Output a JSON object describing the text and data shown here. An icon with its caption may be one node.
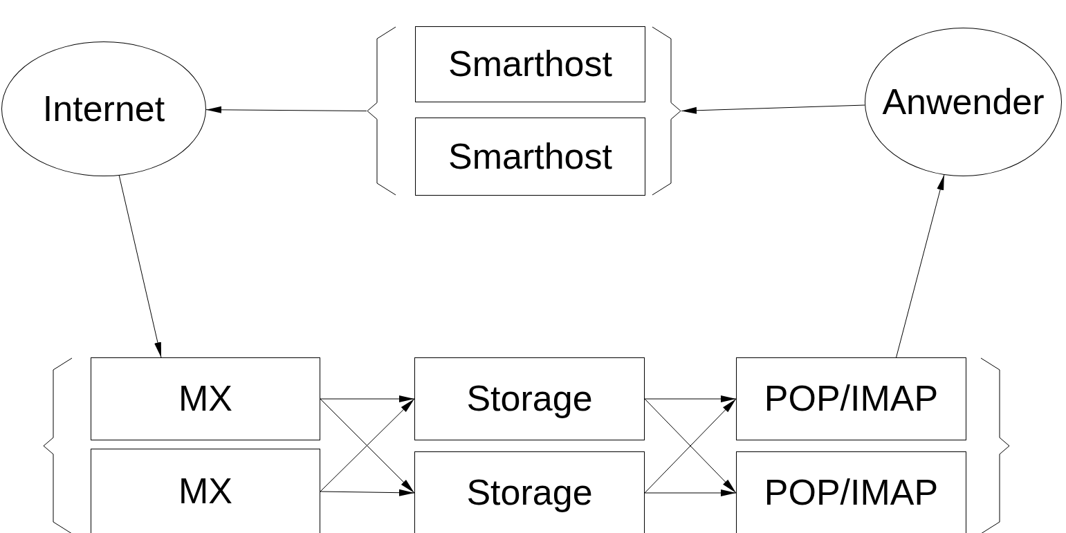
{
  "diagram": {
    "nodes": [
      {
        "text": [
          "Internet"
        ]
      },
      {
        "text": [],
        "shape": "bracket"
      },
      {
        "text": [
          "Smarthost"
        ],
        "in": 1
      },
      {
        "text": [
          "Smarthost"
        ],
        "in": 1
      },
      {
        "text": [
          "Anwender"
        ]
      },
      {
        "text": [],
        "shape": "bracket"
      },
      {
        "text": [
          "MX"
        ],
        "in": 5
      },
      {
        "text": [
          "MX"
        ],
        "in": 5
      },
      {
        "text": [
          "Storage"
        ]
      },
      {
        "text": [
          "Storage"
        ]
      },
      {
        "text": [],
        "shape": "bracket"
      },
      {
        "text": [
          "POP/IMAP"
        ],
        "in": 10
      },
      {
        "text": [
          "POP/IMAP"
        ],
        "in": 10
      }
    ],
    "edges": [
      {
        "from": 4,
        "to": 1,
        "arrow": "to"
      },
      {
        "from": 1,
        "to": 0,
        "arrow": "to"
      },
      {
        "from": 0,
        "to": 5,
        "arrow": "to"
      },
      {
        "from": 10,
        "to": 4,
        "arrow": "to"
      },
      {
        "from": 6,
        "to": 8,
        "arrow": "to"
      },
      {
        "from": 6,
        "to": 9,
        "arrow": "to"
      },
      {
        "from": 7,
        "to": 8,
        "arrow": "to"
      },
      {
        "from": 7,
        "to": 9,
        "arrow": "to"
      },
      {
        "from": 8,
        "to": 11,
        "arrow": "to"
      },
      {
        "from": 8,
        "to": 12,
        "arrow": "to"
      },
      {
        "from": 9,
        "to": 11,
        "arrow": "to"
      },
      {
        "from": 9,
        "to": 12,
        "arrow": "to"
      }
    ]
  }
}
